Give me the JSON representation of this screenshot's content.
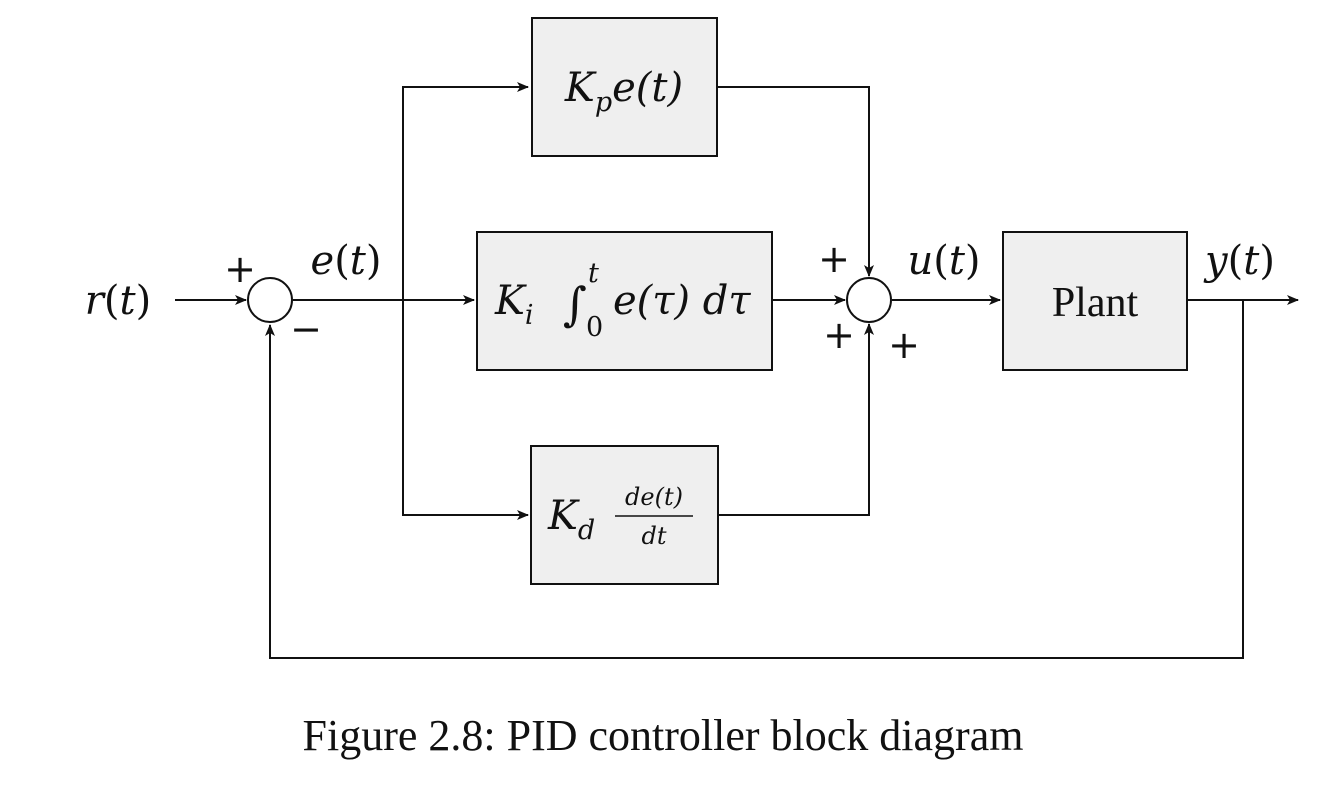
{
  "signals": {
    "reference": {
      "name": "r",
      "arg": "t"
    },
    "error": {
      "name": "e",
      "arg": "t"
    },
    "control": {
      "name": "u",
      "arg": "t"
    },
    "output": {
      "name": "y",
      "arg": "t"
    }
  },
  "signs": {
    "error_sum_plus": "+",
    "error_sum_minus": "−",
    "control_sum_top": "+",
    "control_sum_left": "+",
    "control_sum_bottom": "+"
  },
  "blocks": {
    "proportional": {
      "gain": "K",
      "gain_sub": "p",
      "body": "e(t)"
    },
    "integral": {
      "gain": "K",
      "gain_sub": "i",
      "integral_sign": "∫",
      "lower": "0",
      "upper": "t",
      "body": "e(τ) dτ"
    },
    "derivative": {
      "gain": "K",
      "gain_sub": "d",
      "numerator": "de(t)",
      "denominator": "dt"
    },
    "plant": {
      "label": "Plant"
    }
  },
  "caption": "Figure 2.8: PID controller block diagram"
}
